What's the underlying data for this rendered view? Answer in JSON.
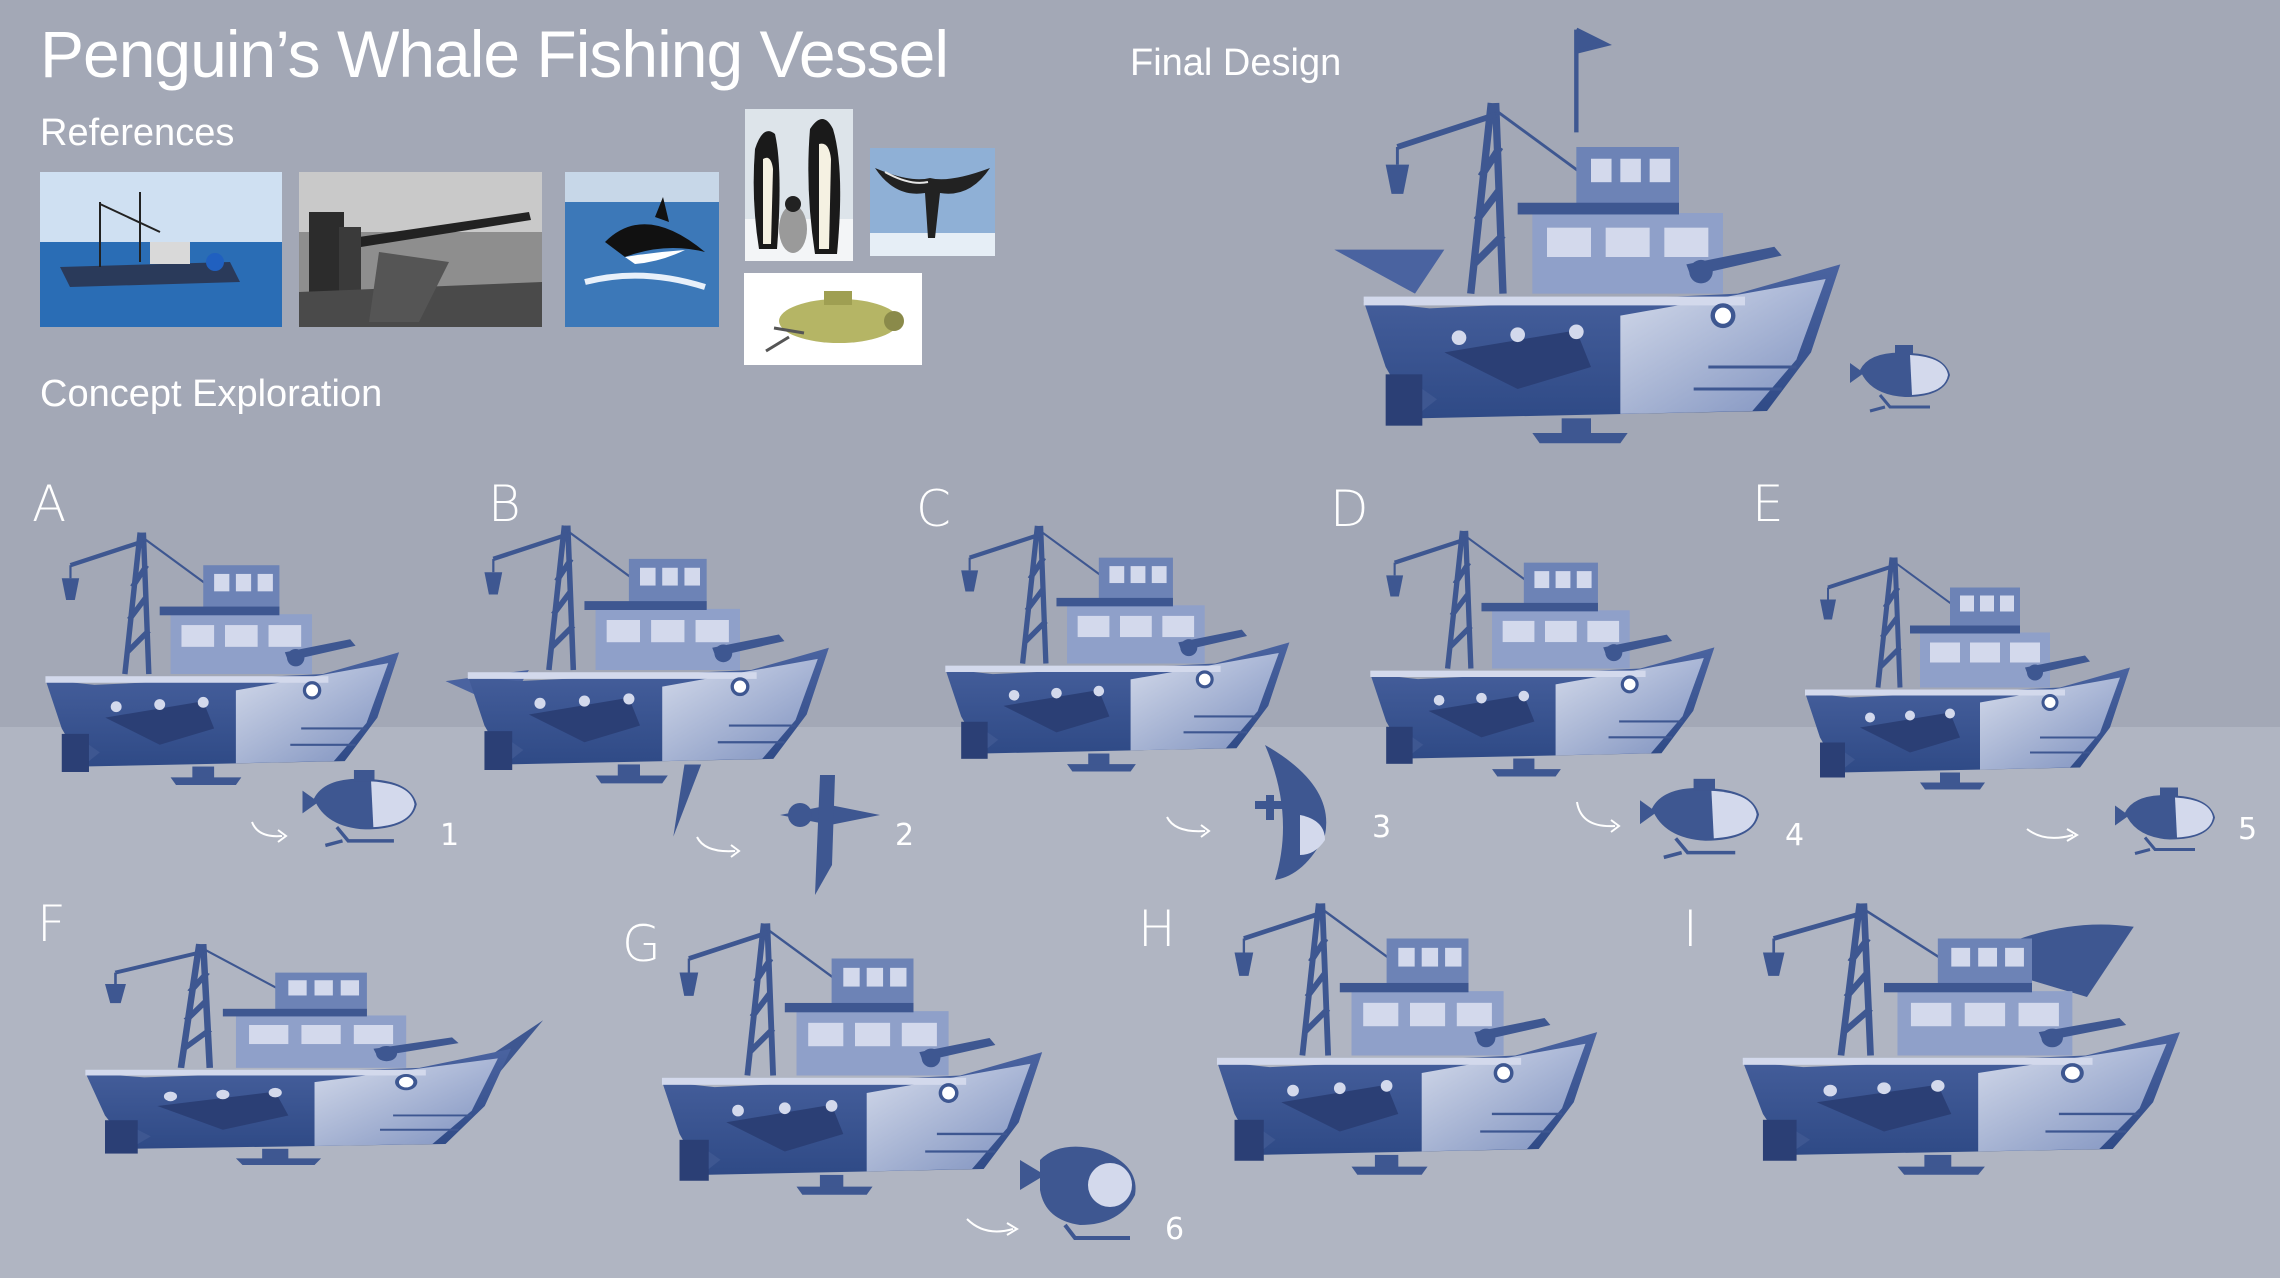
{
  "title": "Penguin’s Whale Fishing Vessel",
  "sections": {
    "references": "References",
    "final_design": "Final Design",
    "concept_exploration": "Concept Exploration"
  },
  "references": [
    {
      "icon": "fishing-boat-photo"
    },
    {
      "icon": "harpoon-gun-photo"
    },
    {
      "icon": "orca-photo"
    },
    {
      "icon": "penguins-photo"
    },
    {
      "icon": "whale-tail-photo"
    },
    {
      "icon": "submarine-photo"
    }
  ],
  "concepts": {
    "A": "A",
    "B": "B",
    "C": "C",
    "D": "D",
    "E": "E",
    "F": "F",
    "G": "G",
    "H": "H",
    "I": "I"
  },
  "subs": {
    "n1": "1",
    "n2": "2",
    "n3": "3",
    "n4": "4",
    "n5": "5",
    "n6": "6"
  },
  "colors": {
    "background": "#a3a8b6",
    "lower_band": "#b0b5c2",
    "ship_dark": "#3e5791",
    "ship_mid": "#6d83b6",
    "ship_light": "#d3d9ec"
  }
}
